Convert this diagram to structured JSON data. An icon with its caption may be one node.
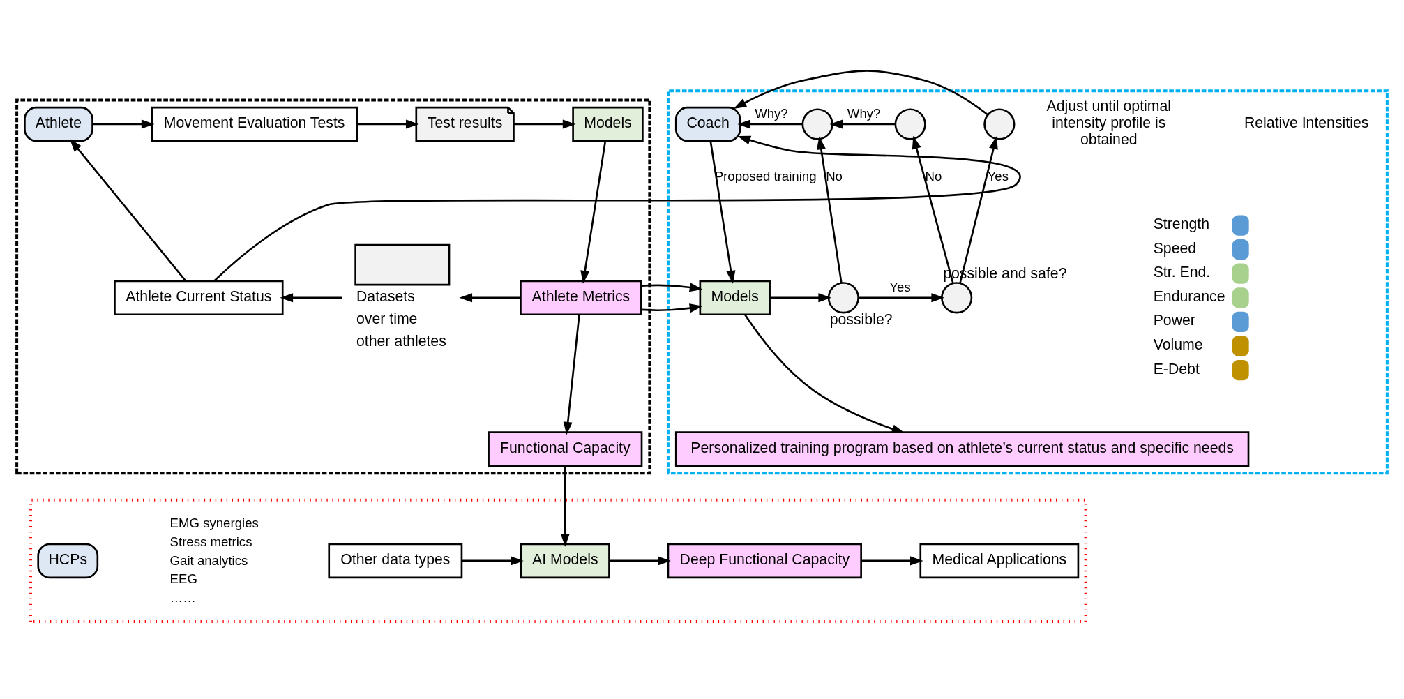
{
  "diagram": {
    "nodes": [
      {
        "text": [],
        "shape": "box"
      },
      {
        "text": [
          "Athlete"
        ],
        "in": 0
      },
      {
        "text": [
          "Movement Evaluation Tests"
        ],
        "in": 0
      },
      {
        "text": [
          "Test results"
        ],
        "in": 0
      },
      {
        "text": [
          "Models"
        ],
        "in": 0
      },
      {
        "text": [
          "Athlete Metrics"
        ],
        "in": 0
      },
      {
        "text": [],
        "shape": "box",
        "in": 0,
        "beside": [
          "Datasets",
          "over time",
          "other athletes"
        ]
      },
      {
        "text": [
          "Athlete Current Status"
        ],
        "in": 0
      },
      {
        "text": [
          "Functional Capacity"
        ],
        "in": 0
      },
      {
        "text": [],
        "shape": "box"
      },
      {
        "text": [
          "Coach"
        ],
        "in": 9
      },
      {
        "text": [
          "Models"
        ],
        "in": 9
      },
      {
        "text": [],
        "shape": "circle",
        "in": 9,
        "beside": [
          "possible?"
        ]
      },
      {
        "text": [],
        "shape": "circle",
        "in": 9,
        "beside": [
          "possible and safe?"
        ]
      },
      {
        "text": [],
        "shape": "circle",
        "in": 9
      },
      {
        "text": [],
        "shape": "circle",
        "in": 9
      },
      {
        "text": [],
        "shape": "circle",
        "in": 9,
        "beside": [
          "Adjust until optimal intensity profile is obtained"
        ]
      },
      {
        "text": [
          "Personalized training program based on athlete’s current status and specific needs"
        ],
        "in": 9
      },
      {
        "text": [],
        "shape": "box"
      },
      {
        "text": [
          "HCPs"
        ],
        "in": 18
      },
      {
        "text": [
          "Other data types"
        ],
        "in": 18
      },
      {
        "text": [
          "AI Models"
        ],
        "in": 18
      },
      {
        "text": [
          "Deep Functional Capacity"
        ],
        "in": 18
      },
      {
        "text": [
          "Medical Applications"
        ],
        "in": 18
      }
    ],
    "edges": [
      {
        "from": 1,
        "to": 2,
        "arrow": "to"
      },
      {
        "from": 2,
        "to": 3,
        "arrow": "to"
      },
      {
        "from": 3,
        "to": 4,
        "arrow": "to"
      },
      {
        "from": 4,
        "to": 5,
        "arrow": "to"
      },
      {
        "from": 5,
        "to": 6,
        "arrow": "to"
      },
      {
        "from": 6,
        "to": 7,
        "arrow": "to"
      },
      {
        "from": 7,
        "to": 1,
        "arrow": "to"
      },
      {
        "from": 7,
        "to": 10,
        "arrow": "to"
      },
      {
        "from": 5,
        "to": 11,
        "arrow": "to"
      },
      {
        "from": 5,
        "to": 8,
        "arrow": "to"
      },
      {
        "from": 8,
        "to": 21,
        "arrow": "to"
      },
      {
        "from": 10,
        "to": 11,
        "arrow": "to",
        "label": "Proposed training"
      },
      {
        "from": 11,
        "to": 12,
        "arrow": "to"
      },
      {
        "from": 12,
        "to": 13,
        "arrow": "to",
        "label": "Yes"
      },
      {
        "from": 13,
        "to": 16,
        "arrow": "to",
        "label": "Yes"
      },
      {
        "from": 12,
        "to": 14,
        "arrow": "to",
        "label": "No"
      },
      {
        "from": 14,
        "to": 10,
        "arrow": "to",
        "label": "Why?"
      },
      {
        "from": 13,
        "to": 15,
        "arrow": "to",
        "label": "No"
      },
      {
        "from": 15,
        "to": 14,
        "arrow": "to",
        "label": "Why?"
      },
      {
        "from": 16,
        "to": 10,
        "arrow": "to"
      },
      {
        "from": 11,
        "to": 17,
        "arrow": "to"
      },
      {
        "from": 20,
        "to": 21,
        "arrow": "to"
      },
      {
        "from": 21,
        "to": 22,
        "arrow": "to"
      },
      {
        "from": 22,
        "to": 23,
        "arrow": "to"
      }
    ],
    "labels": [
      "Relative Intensities",
      "EMG synergies",
      "Stress metrics",
      "Gait analytics",
      "EEG",
      "……"
    ],
    "legend": [
      {
        "text": "Strength",
        "color": "#5b9bd5"
      },
      {
        "text": "Speed",
        "color": "#5b9bd5"
      },
      {
        "text": "Str. End.",
        "color": "#a9d18e"
      },
      {
        "text": "Endurance",
        "color": "#a9d18e"
      },
      {
        "text": "Power",
        "color": "#5b9bd5"
      },
      {
        "text": "Volume",
        "color": "#bf9000"
      },
      {
        "text": "E-Debt",
        "color": "#bf9000"
      }
    ]
  }
}
